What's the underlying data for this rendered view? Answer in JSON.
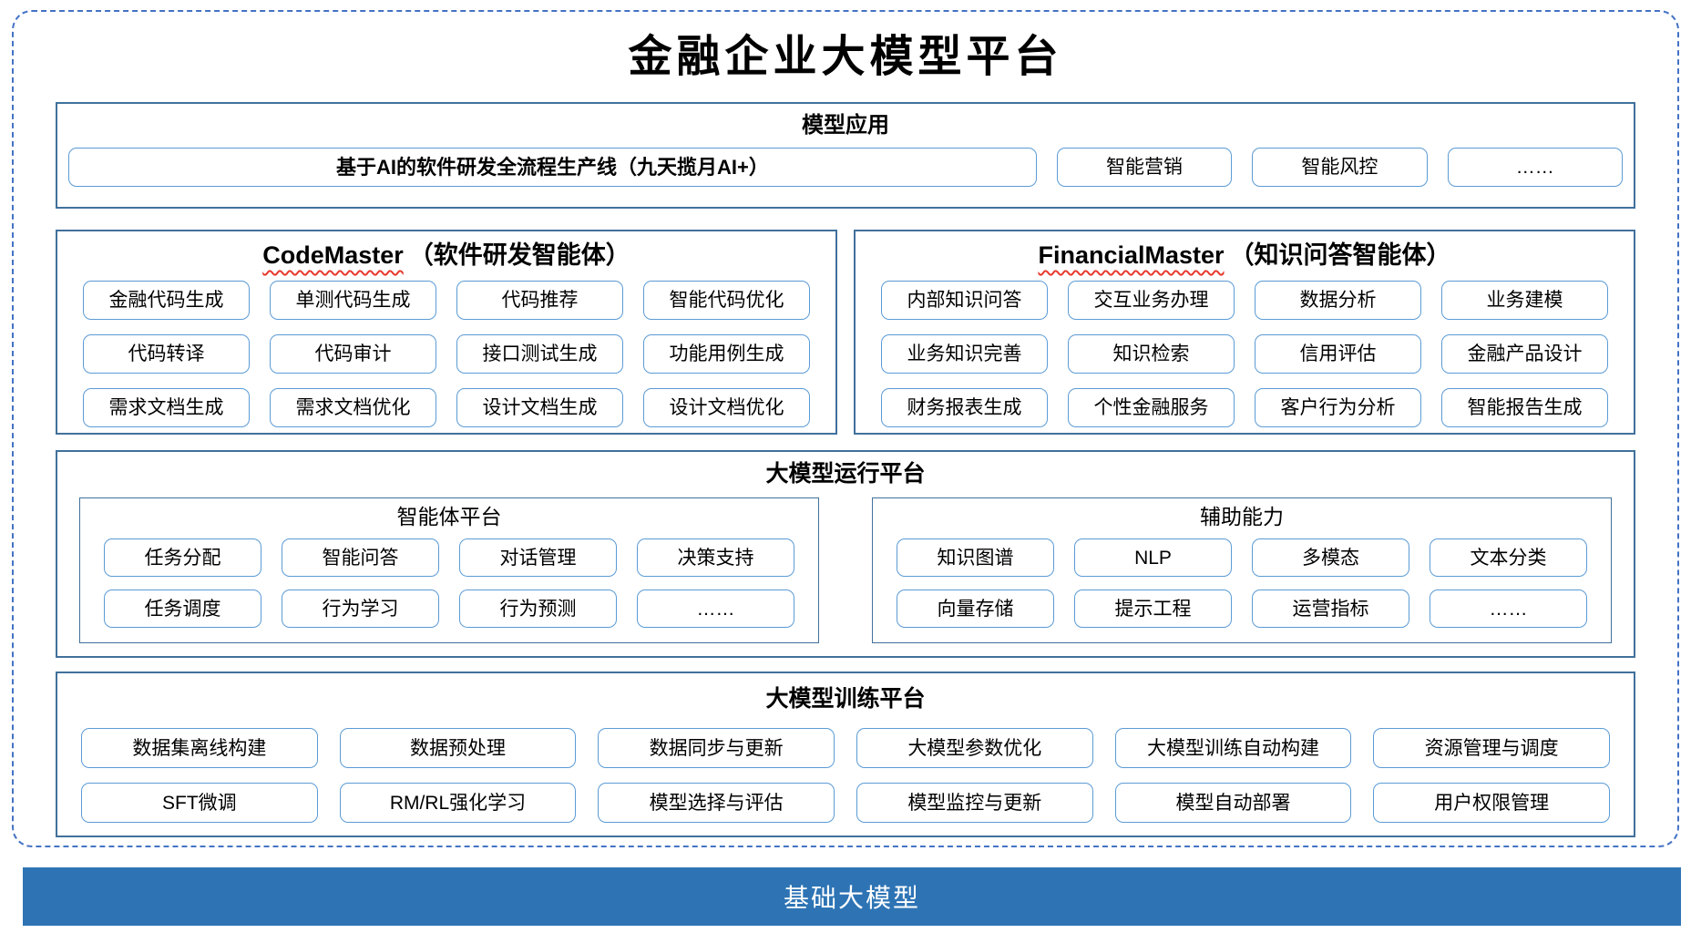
{
  "title": "金融企业大模型平台",
  "colors": {
    "dashed_border": "#4472C4",
    "section_border": "#41719C",
    "item_border": "#5B9BD5",
    "base_bar_blue": "#2E74B5",
    "squiggle_red": "#E8392E",
    "text": "#000000"
  },
  "model_apps": {
    "heading": "模型应用",
    "pipeline": "基于AI的软件研发全流程生产线（九天揽月AI+）",
    "items": [
      "智能营销",
      "智能风控",
      "……"
    ]
  },
  "code_master": {
    "name_en": "CodeMaster",
    "name_zh": "（软件研发智能体）",
    "items": [
      "金融代码生成",
      "单测代码生成",
      "代码推荐",
      "智能代码优化",
      "代码转译",
      "代码审计",
      "接口测试生成",
      "功能用例生成",
      "需求文档生成",
      "需求文档优化",
      "设计文档生成",
      "设计文档优化"
    ]
  },
  "financial_master": {
    "name_en": "FinancialMaster",
    "name_zh": "（知识问答智能体）",
    "items": [
      "内部知识问答",
      "交互业务办理",
      "数据分析",
      "业务建模",
      "业务知识完善",
      "知识检索",
      "信用评估",
      "金融产品设计",
      "财务报表生成",
      "个性金融服务",
      "客户行为分析",
      "智能报告生成"
    ]
  },
  "run_platform": {
    "heading": "大模型运行平台",
    "agent_platform": {
      "heading": "智能体平台",
      "items": [
        "任务分配",
        "智能问答",
        "对话管理",
        "决策支持",
        "任务调度",
        "行为学习",
        "行为预测",
        "……"
      ]
    },
    "aux_ability": {
      "heading": "辅助能力",
      "items": [
        "知识图谱",
        "NLP",
        "多模态",
        "文本分类",
        "向量存储",
        "提示工程",
        "运营指标",
        "……"
      ]
    }
  },
  "train_platform": {
    "heading": "大模型训练平台",
    "items": [
      "数据集离线构建",
      "数据预处理",
      "数据同步与更新",
      "大模型参数优化",
      "大模型训练自动构建",
      "资源管理与调度",
      "SFT微调",
      "RM/RL强化学习",
      "模型选择与评估",
      "模型监控与更新",
      "模型自动部署",
      "用户权限管理"
    ]
  },
  "base_model": {
    "heading": "基础大模型"
  }
}
